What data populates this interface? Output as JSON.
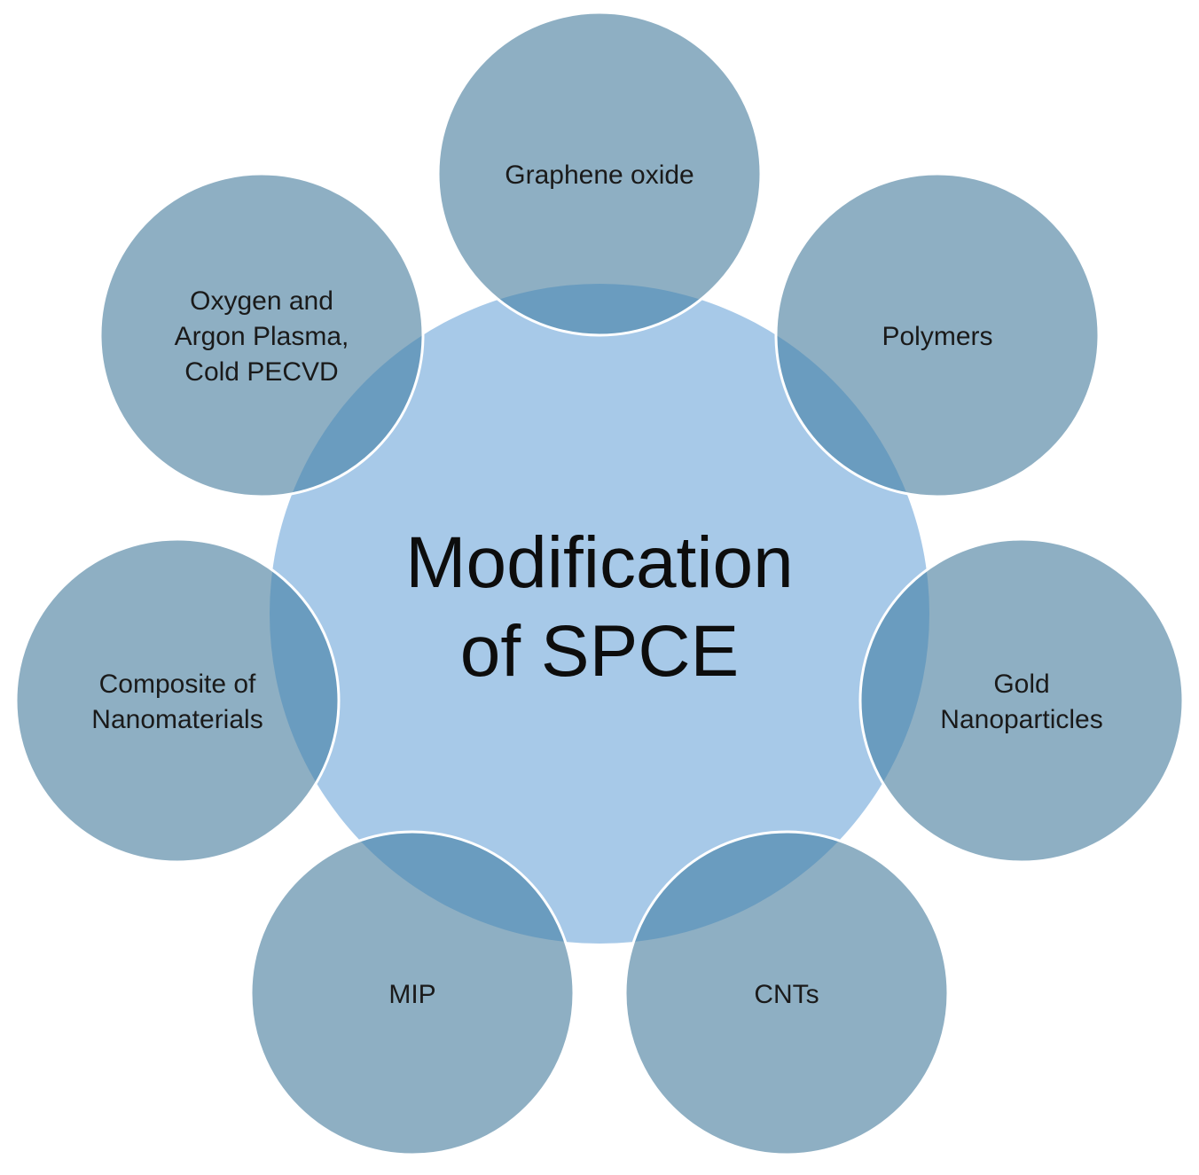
{
  "center": {
    "lines": [
      "Modification",
      "of SPCE"
    ],
    "fill": "#a7c9e8"
  },
  "nodes": [
    {
      "id": "graphene-oxide",
      "lines": [
        "Graphene oxide"
      ]
    },
    {
      "id": "polymers",
      "lines": [
        "Polymers"
      ]
    },
    {
      "id": "gold-nanoparticles",
      "lines": [
        "Gold",
        "Nanoparticles"
      ]
    },
    {
      "id": "cnts",
      "lines": [
        "CNTs"
      ]
    },
    {
      "id": "mip",
      "lines": [
        "MIP"
      ]
    },
    {
      "id": "composite-of-nanomaterials",
      "lines": [
        "Composite of",
        "Nanomaterials"
      ]
    },
    {
      "id": "oxygen-argon-plasma",
      "lines": [
        "Oxygen and",
        "Argon Plasma,",
        "Cold PECVD"
      ]
    }
  ],
  "colors": {
    "node_fill": "#8eafc3",
    "overlap_fill": "#6a9cbf",
    "node_stroke": "#ffffff",
    "background": "#ffffff"
  }
}
